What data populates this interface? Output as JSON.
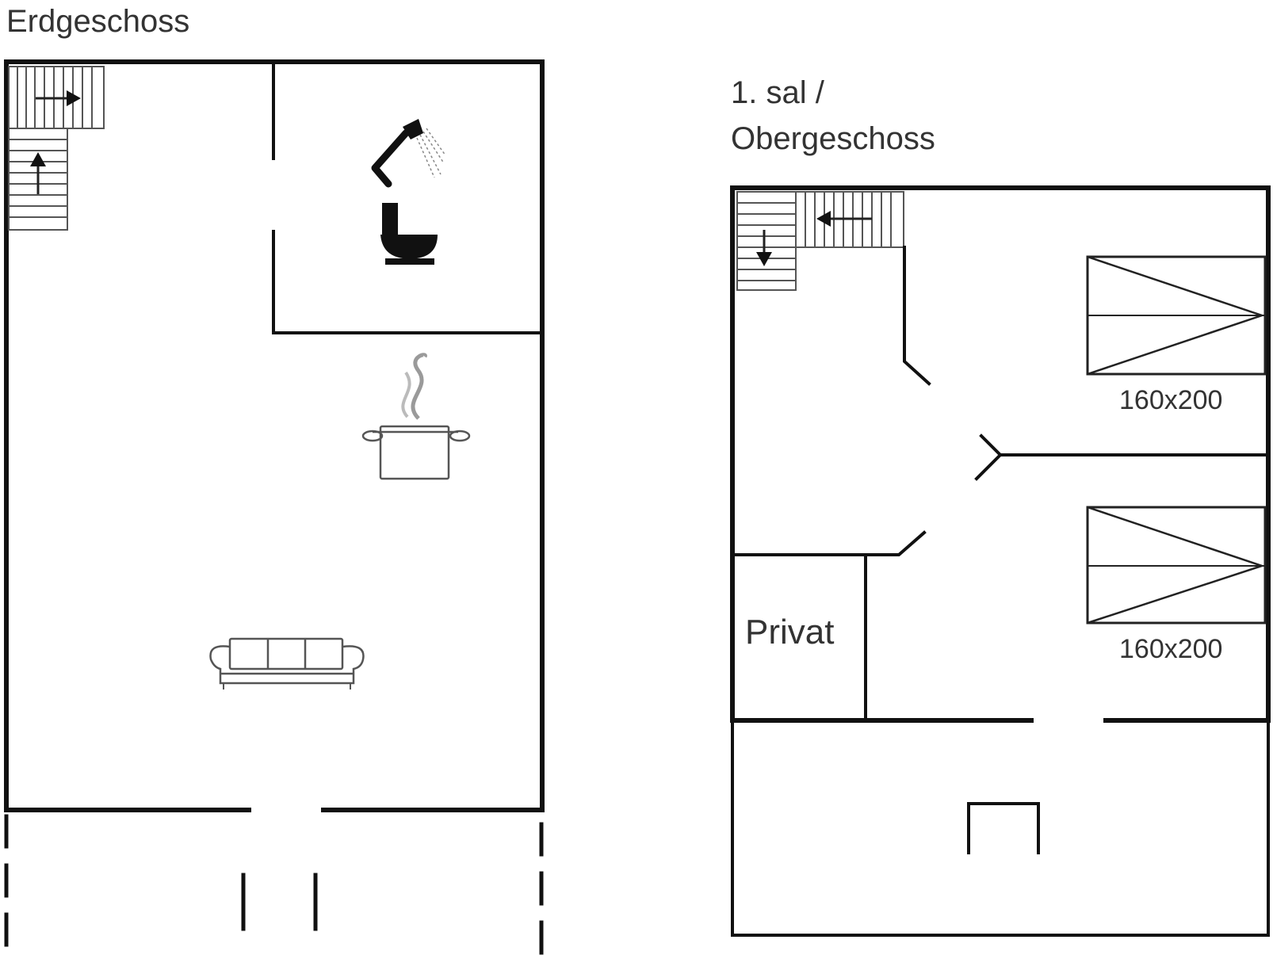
{
  "floors": {
    "ground": {
      "label": "Erdgeschoss"
    },
    "upper": {
      "label_line1": "1. sal /",
      "label_line2": "Obergeschoss",
      "bed_top_size": "160x200",
      "bed_bottom_size": "160x200",
      "private_room_label": "Privat"
    }
  },
  "icons": {
    "shower": "shower-icon",
    "toilet": "toilet-icon",
    "kitchen": "cooking-pot-icon",
    "sofa": "sofa-icon",
    "stairs": "stairs-icon",
    "bed": "double-bed-icon"
  },
  "colors": {
    "wall": "#111111",
    "label": "#333333",
    "steam": "#9a9a9a"
  }
}
